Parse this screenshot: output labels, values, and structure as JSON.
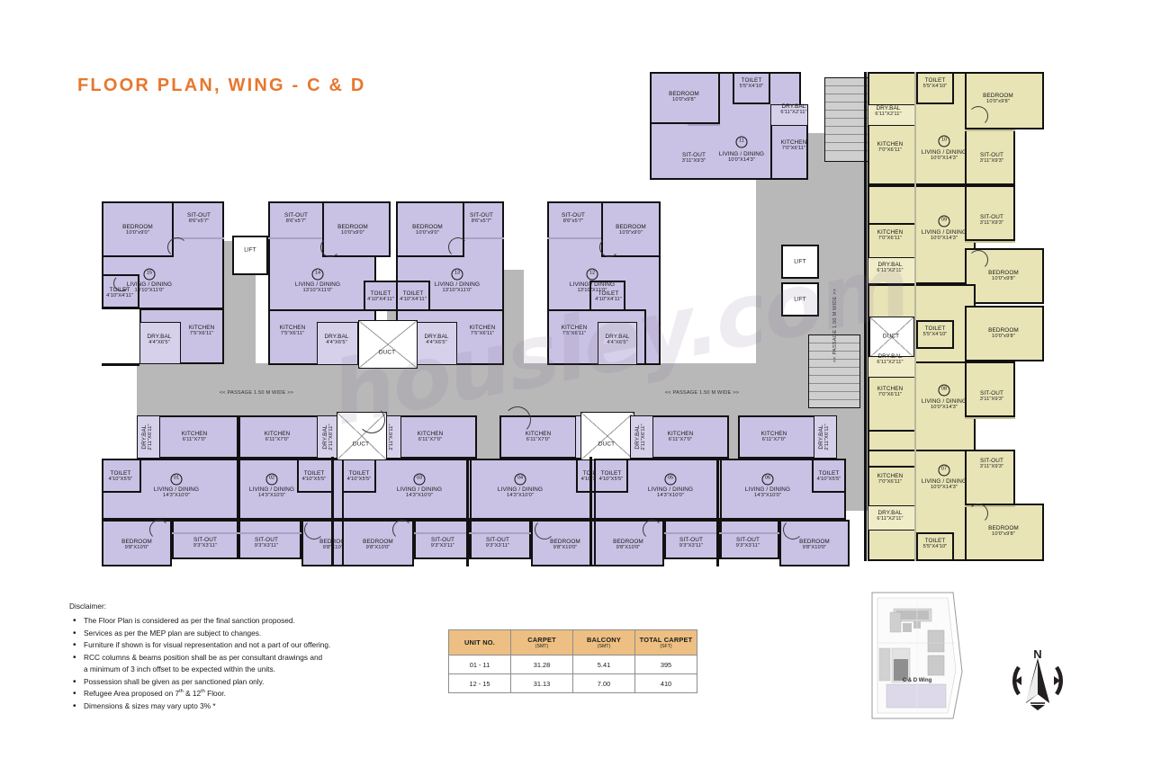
{
  "page_title": "FLOOR  PLAN, WING - C & D",
  "title_color": "#E8772E",
  "watermark": "housiey.com",
  "colors": {
    "wing_cd_purple": "#c9c2e4",
    "wing_yellow": "#e8e4b6",
    "corridor_grey": "#b8b8b8",
    "table_header": "#edbf82"
  },
  "labels": {
    "lift": "LIFT",
    "duct": "DUCT",
    "passage": "<<  PASSAGE 1.50 M WIDE  >>",
    "bedroom": "BEDROOM",
    "sitout": "SIT-OUT",
    "living": "LIVING / DINING",
    "kitchen": "KITCHEN",
    "toilet": "TOILET",
    "drybal": "DRY.BAL"
  },
  "dims": {
    "bed_10x9": "10'0\"x9'0\"",
    "bed_10x98": "10'0\"x9'8\"",
    "bed_98x10": "9'8\"X10'0\"",
    "sit_86x57": "8'6\"x5'7\"",
    "sit_93x311": "9'3\"X3'11\"",
    "sit_311x93": "3'11\"X9'3\"",
    "liv_1310x110": "13'10\"X11'0\"",
    "liv_143x10": "14'3\"X10'0\"",
    "liv_10x143": "10'0\"X14'3\"",
    "kit_75x611": "7'5\"X6'11\"",
    "kit_611x70": "6'11\"X7'0\"",
    "kit_70x611": "7'0\"X6'11\"",
    "toi_410x411": "4'10\"X4'11\"",
    "toi_410x55": "4'10\"X5'5\"",
    "toi_55x410": "5'5\"X4'10\"",
    "dry_44x65": "4'4\"X6'5\"",
    "dry_211x611": "2'11\"X6'11\"",
    "dry_611x211": "6'11\"X2'11\""
  },
  "units": {
    "u01": "01",
    "u02": "02",
    "u03": "03",
    "u04": "04",
    "u05": "05",
    "u06": "06",
    "u07": "07",
    "u08": "08",
    "u09": "09",
    "u10": "10",
    "u11": "11",
    "u12": "12",
    "u13": "13",
    "u14": "14",
    "u15": "15"
  },
  "disclaimer": {
    "heading": "Disclaimer:",
    "items": [
      "The Floor Plan is considered as per the final sanction proposed.",
      "Services as per the MEP plan are subject to changes.",
      "Furniture if shown is for visual representation and not a part of our offering.",
      "RCC columns & beams position shall be as per consultant drawings and",
      "a minimum of 3 inch offset to be expected within the units.",
      "Possession shall be given as per sanctioned plan only.",
      "Refugee Area proposed on 7th & 12th Floor.",
      "Dimensions & sizes may vary upto 3% *"
    ]
  },
  "area_table": {
    "headers": [
      {
        "main": "UNIT NO.",
        "sub": ""
      },
      {
        "main": "CARPET",
        "sub": "(SMT)"
      },
      {
        "main": "BALCONY",
        "sub": "(SMT)"
      },
      {
        "main": "TOTAL CARPET",
        "sub": "(SFT)"
      }
    ],
    "rows": [
      [
        "01 - 11",
        "31.28",
        "5.41",
        "395"
      ],
      [
        "12 - 15",
        "31.13",
        "7.00",
        "410"
      ]
    ]
  },
  "key_plan": {
    "label": "C & D Wing"
  },
  "compass": {
    "north": "N"
  }
}
